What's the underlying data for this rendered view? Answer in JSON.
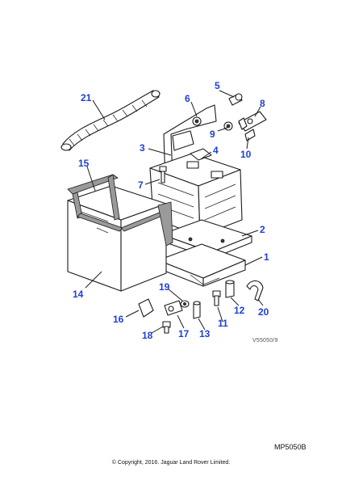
{
  "diagram": {
    "reference_code": "V55050/9",
    "plate_code": "MP5050B",
    "copyright": "© Copyright, 2016. Jaguar Land Rover Limited.",
    "callouts": {
      "c1": "1",
      "c2": "2",
      "c3": "3",
      "c4": "4",
      "c5": "5",
      "c6": "6",
      "c7": "7",
      "c8": "8",
      "c9": "9",
      "c10": "10",
      "c11": "11",
      "c12": "12",
      "c13": "13",
      "c14": "14",
      "c15": "15",
      "c16": "16",
      "c17": "17",
      "c18": "18",
      "c19": "19",
      "c20": "20",
      "c21": "21"
    },
    "callout_color": "#1f3fd6"
  }
}
